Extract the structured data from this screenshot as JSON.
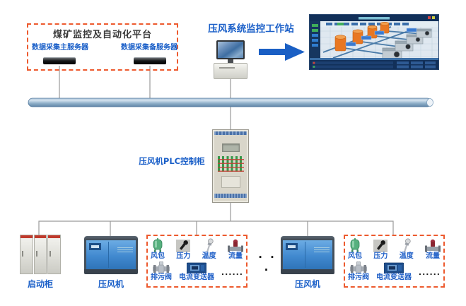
{
  "platform": {
    "title": "煤矿监控及自动化平台",
    "server_main": "数据采集主服务器",
    "server_backup": "数据采集备服务器"
  },
  "workstation": {
    "title": "压风系统监控工作站"
  },
  "plc": {
    "label": "压风机PLC控制柜"
  },
  "equipment": {
    "starter": "启动柜",
    "compressor": "压风机",
    "separator_dots": "· · ·"
  },
  "sensor_box": {
    "air_tank": "风包",
    "pressure": "压力",
    "temperature": "温度",
    "flow": "流量",
    "drain_valve": "排污阀",
    "current_transmitter": "电流变送器",
    "ellipsis": "......"
  },
  "icons": {
    "server-icon": "black rack server",
    "workstation-icon": "monitor on desktop pc",
    "flow-arrow-icon": "solid right arrow",
    "scada-screenshot": "compressor station hmi screen",
    "network-bus-pipe": "horizontal steel-blue pipe",
    "plc-cabinet-icon": "beige control cabinet",
    "starter-cabinet-icon": "three gray cabinets with red tops",
    "compressor-icon": "blue screw air compressor",
    "air-tank-icon": "green vertical tank",
    "pressure-sensor-icon": "black pressure transducer",
    "temperature-sensor-icon": "steel temperature probe",
    "flow-meter-icon": "red flow meter",
    "drain-valve-icon": "gray flanged valve",
    "current-transmitter-icon": "blue transmitter module"
  },
  "colors": {
    "label_blue": "#1a5fc8",
    "dashed_border": "#ed5a2e",
    "arrow_blue": "#1a5fc4",
    "bus_pipe": "#7da0c2",
    "compressor_blue": "#4189cf",
    "tank_orange": "#e87722"
  }
}
